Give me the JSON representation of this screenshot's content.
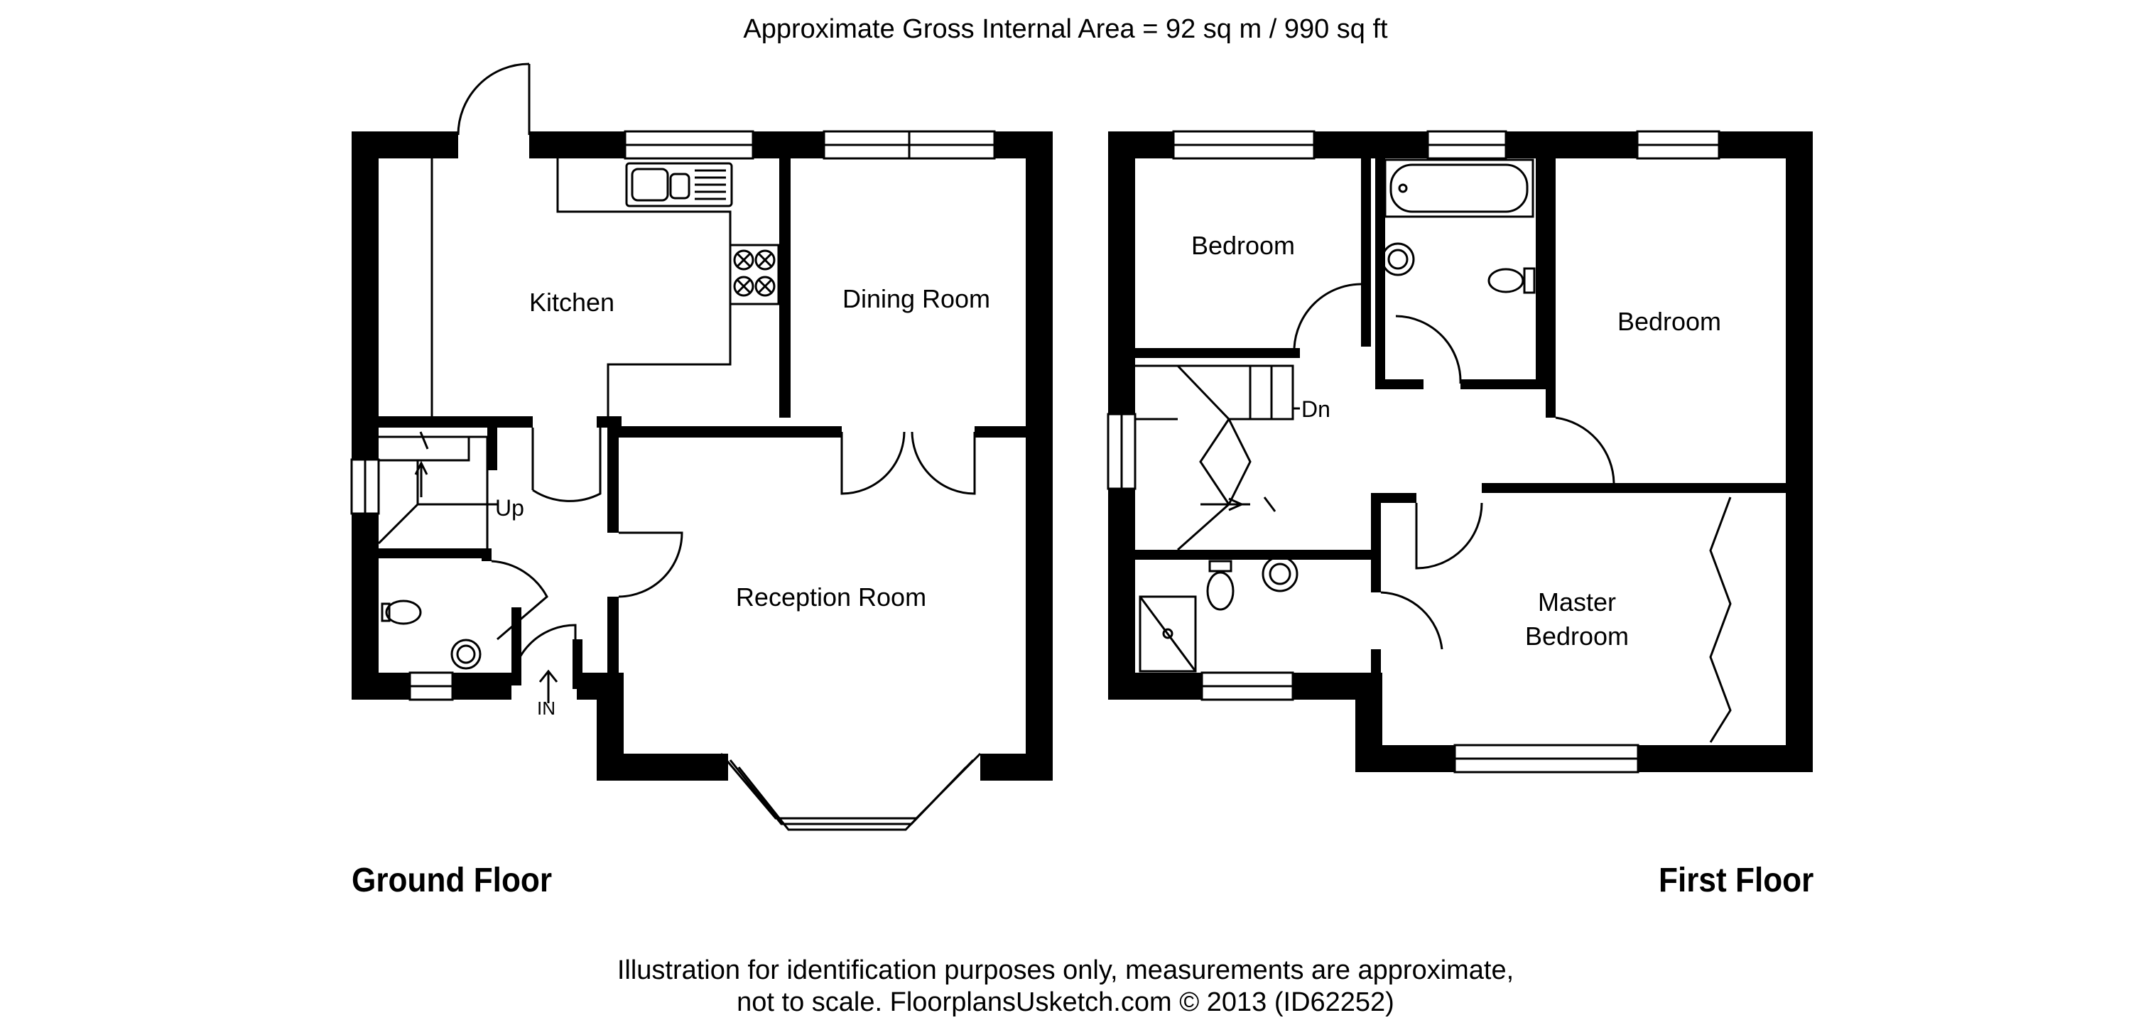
{
  "header": {
    "area": "Approximate Gross Internal Area  = 92 sq m / 990 sq ft"
  },
  "floors": {
    "ground": "Ground Floor",
    "first": "First Floor"
  },
  "rooms": {
    "kitchen": "Kitchen",
    "dining": "Dining Room",
    "reception": "Reception Room",
    "bedroom_left": "Bedroom",
    "bedroom_right": "Bedroom",
    "master_line1": "Master",
    "master_line2": "Bedroom"
  },
  "markers": {
    "up": "Up",
    "dn": "Dn",
    "in": "IN"
  },
  "footer": {
    "line1": "Illustration for identification purposes only, measurements are approximate,",
    "line2": "not to scale. FloorplansUsketch.com © 2013 (ID62252)"
  }
}
